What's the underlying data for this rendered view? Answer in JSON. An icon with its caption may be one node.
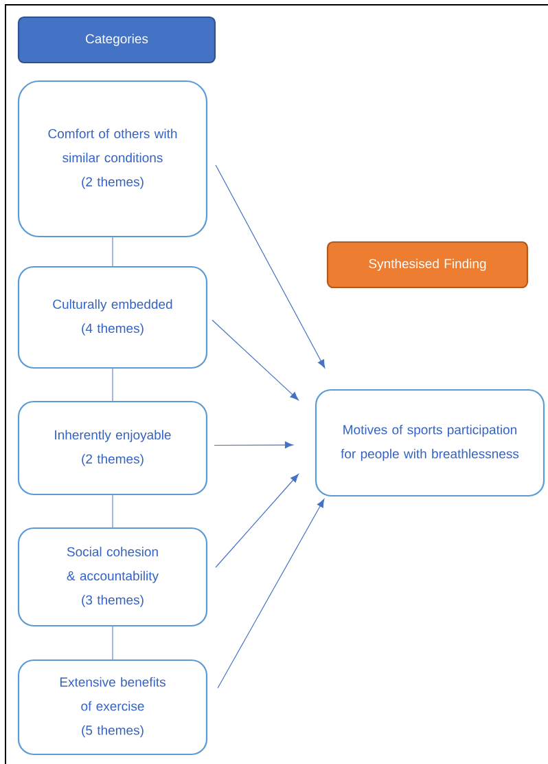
{
  "diagram": {
    "nodes": [
      {
        "text": [
          "Categories"
        ]
      },
      {
        "text": [
          "Comfort of others with similar conditions",
          "(2 themes)"
        ]
      },
      {
        "text": [
          "Culturally embedded",
          "(4 themes)"
        ]
      },
      {
        "text": [
          "Inherently enjoyable",
          "(2 themes)"
        ]
      },
      {
        "text": [
          "Social cohesion & accountability",
          "(3 themes)"
        ]
      },
      {
        "text": [
          "Extensive benefits of exercise",
          "(5 themes)"
        ]
      },
      {
        "text": [
          "Synthesised Finding"
        ]
      },
      {
        "text": [
          "Motives of sports participation for people with breathlessness"
        ]
      }
    ],
    "edges": [
      {
        "from": 1,
        "to": 2,
        "arrow": "none"
      },
      {
        "from": 2,
        "to": 3,
        "arrow": "none"
      },
      {
        "from": 3,
        "to": 4,
        "arrow": "none"
      },
      {
        "from": 4,
        "to": 5,
        "arrow": "none"
      },
      {
        "from": 1,
        "to": 7,
        "arrow": "to"
      },
      {
        "from": 2,
        "to": 7,
        "arrow": "to"
      },
      {
        "from": 3,
        "to": 7,
        "arrow": "to"
      },
      {
        "from": 4,
        "to": 7,
        "arrow": "to"
      },
      {
        "from": 5,
        "to": 7,
        "arrow": "to"
      }
    ]
  }
}
